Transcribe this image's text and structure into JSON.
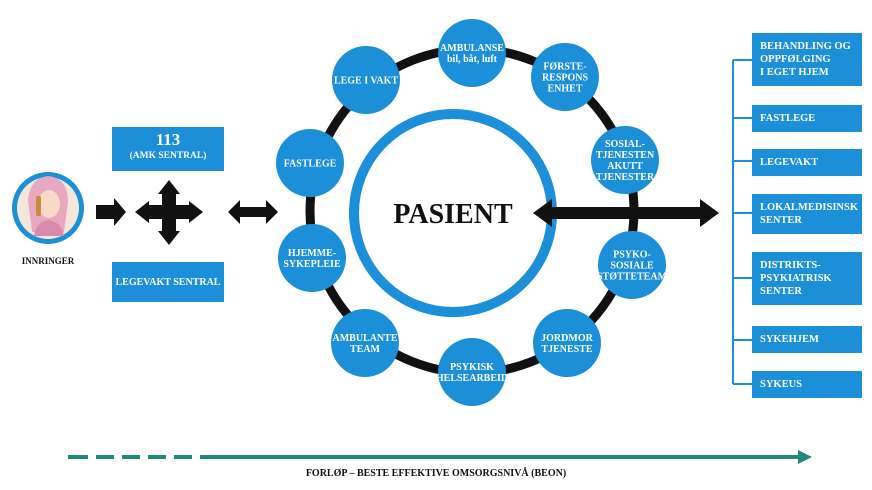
{
  "caller": {
    "label": "INNRINGER"
  },
  "amk": {
    "number": "113",
    "name": "(AMK SENTRAL)"
  },
  "legevakt_sentral": {
    "label": "LEGEVAKT SENTRAL"
  },
  "center": {
    "label": "PASIENT"
  },
  "ring_nodes": [
    {
      "lines": [
        "AMBULANSE",
        "bil, båt, luft"
      ]
    },
    {
      "lines": [
        "FØRSTE-",
        "RESPONS",
        "ENHET"
      ]
    },
    {
      "lines": [
        "SOSIAL-",
        "TJENESTEN",
        "AKUTT",
        "TJENESTER"
      ]
    },
    {
      "lines": [
        "PSYKO-",
        "SOSIALE",
        "STØTTETEAM"
      ]
    },
    {
      "lines": [
        "JORDMOR",
        "TJENESTE"
      ]
    },
    {
      "lines": [
        "PSYKISK",
        "HELSEARBEID"
      ]
    },
    {
      "lines": [
        "AMBULANTE",
        "TEAM"
      ]
    },
    {
      "lines": [
        "HJEMME-",
        "SYKEPLEIE"
      ]
    },
    {
      "lines": [
        "FASTLEGE"
      ]
    },
    {
      "lines": [
        "LEGE I VAKT"
      ]
    }
  ],
  "right_boxes": [
    {
      "label": "BEHANDLING OG\nOPPFØLGING\nI EGET HJEM"
    },
    {
      "label": "FASTLEGE"
    },
    {
      "label": "LEGEVAKT"
    },
    {
      "label": "LOKALMEDISINSK\nSENTER"
    },
    {
      "label": "DISTRIKTS-\nPSYKIATRISK\nSENTER"
    },
    {
      "label": "SYKEHJEM"
    },
    {
      "label": "SYKEUS"
    }
  ],
  "timeline": {
    "label": "FORLØP – BESTE EFFEKTIVE OMSORGSNIVÅ (BEON)"
  },
  "colors": {
    "blue": "#1b8fd8",
    "teal": "#1d8a7d",
    "dark": "#111111"
  }
}
